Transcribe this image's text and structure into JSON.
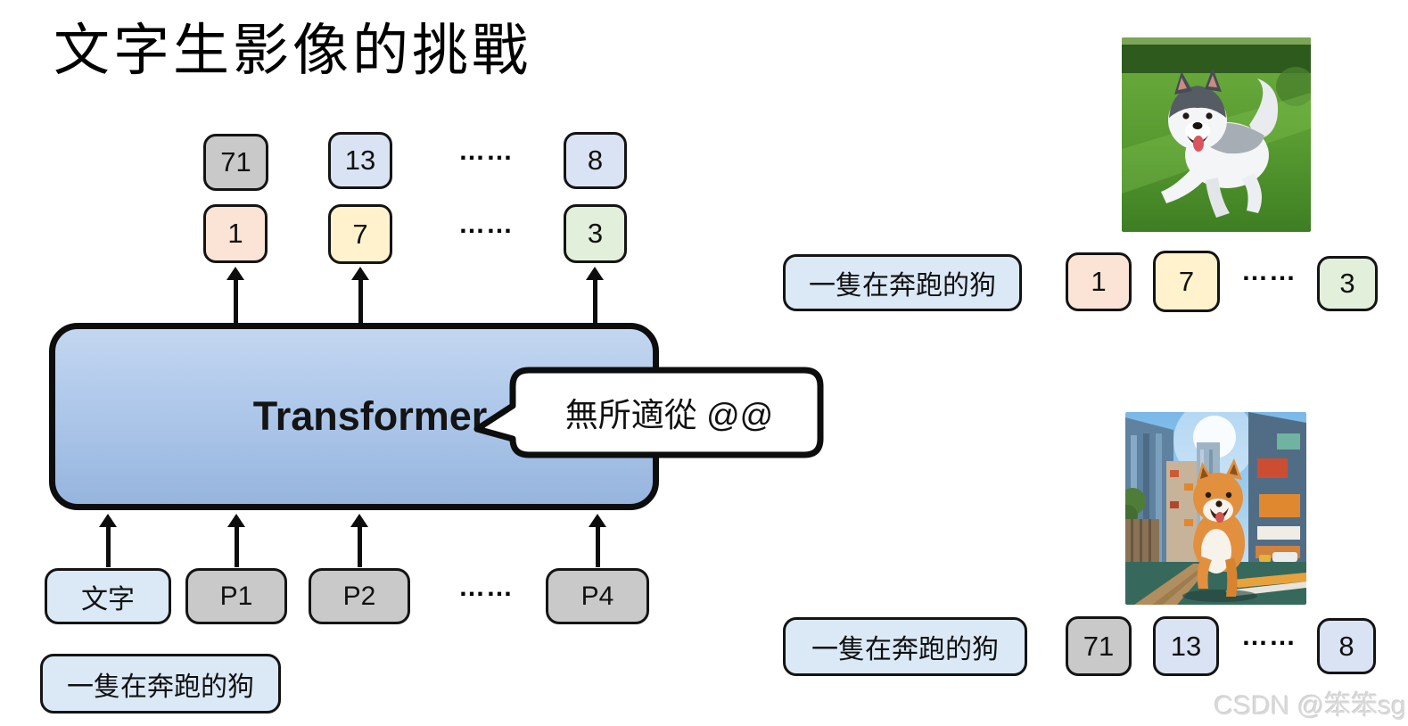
{
  "slide": {
    "title": "文字生影像的挑戰",
    "watermark": "CSDN @笨笨sg"
  },
  "palette": {
    "token_gray": "#c9c9c9",
    "token_blue": "#dae3f3",
    "token_peach": "#fbe3d5",
    "token_yellow": "#fff2cc",
    "token_green": "#e2efda",
    "prompt_box_blue": "#dbe9f7",
    "transformer_fill_top": "#c3d6f0",
    "transformer_fill_bottom": "#96b5de",
    "outline_black": "#0d0d0d"
  },
  "diagram": {
    "transformer_label": "Transformer",
    "speech_bubble": "無所適從 @@",
    "ellipsis": "……",
    "row_top": [
      "71",
      "13",
      "8"
    ],
    "row_bottom": [
      "1",
      "7",
      "3"
    ],
    "inputs": [
      "文字",
      "P1",
      "P2",
      "P4"
    ],
    "prompt": "一隻在奔跑的狗"
  },
  "examples": [
    {
      "caption": "一隻在奔跑的狗",
      "image": "husky-dog-running-on-grass",
      "tokens": [
        "1",
        "7",
        "3"
      ]
    },
    {
      "caption": "一隻在奔跑的狗",
      "image": "shiba-dog-running-in-city",
      "tokens": [
        "71",
        "13",
        "8"
      ]
    }
  ]
}
